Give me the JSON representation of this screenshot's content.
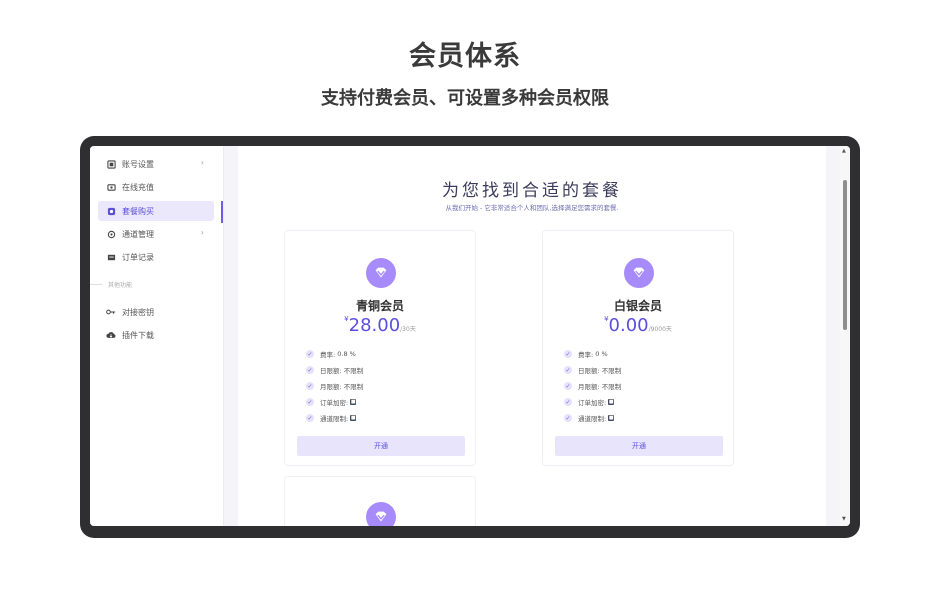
{
  "hero": {
    "title": "会员体系",
    "subtitle": "支持付费会员、可设置多种会员权限"
  },
  "sidebar": {
    "items": [
      {
        "label": "账号设置",
        "icon": "account-icon",
        "chevron": "›"
      },
      {
        "label": "在线充值",
        "icon": "recharge-icon"
      },
      {
        "label": "套餐购买",
        "icon": "package-icon"
      },
      {
        "label": "通道管理",
        "icon": "channel-icon",
        "chevron": "›"
      },
      {
        "label": "订单记录",
        "icon": "order-icon"
      }
    ],
    "group_label": "其他功能",
    "other_items": [
      {
        "label": "对接密钥",
        "icon": "key-icon"
      },
      {
        "label": "插件下载",
        "icon": "download-cloud-icon"
      }
    ],
    "active_index": 2
  },
  "main": {
    "title": "为您找到合适的套餐",
    "subtitle": "从我们开始 - 它非常适合个人和团队,选择满足您需求的套餐."
  },
  "plans": [
    {
      "name": "青铜会员",
      "currency": "¥",
      "price": "28.00",
      "period": "/30天",
      "features": [
        {
          "label": "费率:",
          "value": "0.8 %"
        },
        {
          "label": "日限额:",
          "value": "不限制"
        },
        {
          "label": "月限额:",
          "value": "不限制"
        },
        {
          "label": "订单加密:",
          "value": "■"
        },
        {
          "label": "通道限制:",
          "value": "■"
        }
      ],
      "button_label": "开通"
    },
    {
      "name": "白银会员",
      "currency": "¥",
      "price": "0.00",
      "period": "/9000天",
      "features": [
        {
          "label": "费率:",
          "value": "0 %"
        },
        {
          "label": "日限额:",
          "value": "不限制"
        },
        {
          "label": "月限额:",
          "value": "不限制"
        },
        {
          "label": "订单加密:",
          "value": "■"
        },
        {
          "label": "通道限制:",
          "value": "■"
        }
      ],
      "button_label": "开通"
    }
  ],
  "colors": {
    "accent": "#6b5ce7",
    "active_bg": "#ebe8fc",
    "price": "#5b4fe0",
    "frame": "#2f2f31"
  }
}
